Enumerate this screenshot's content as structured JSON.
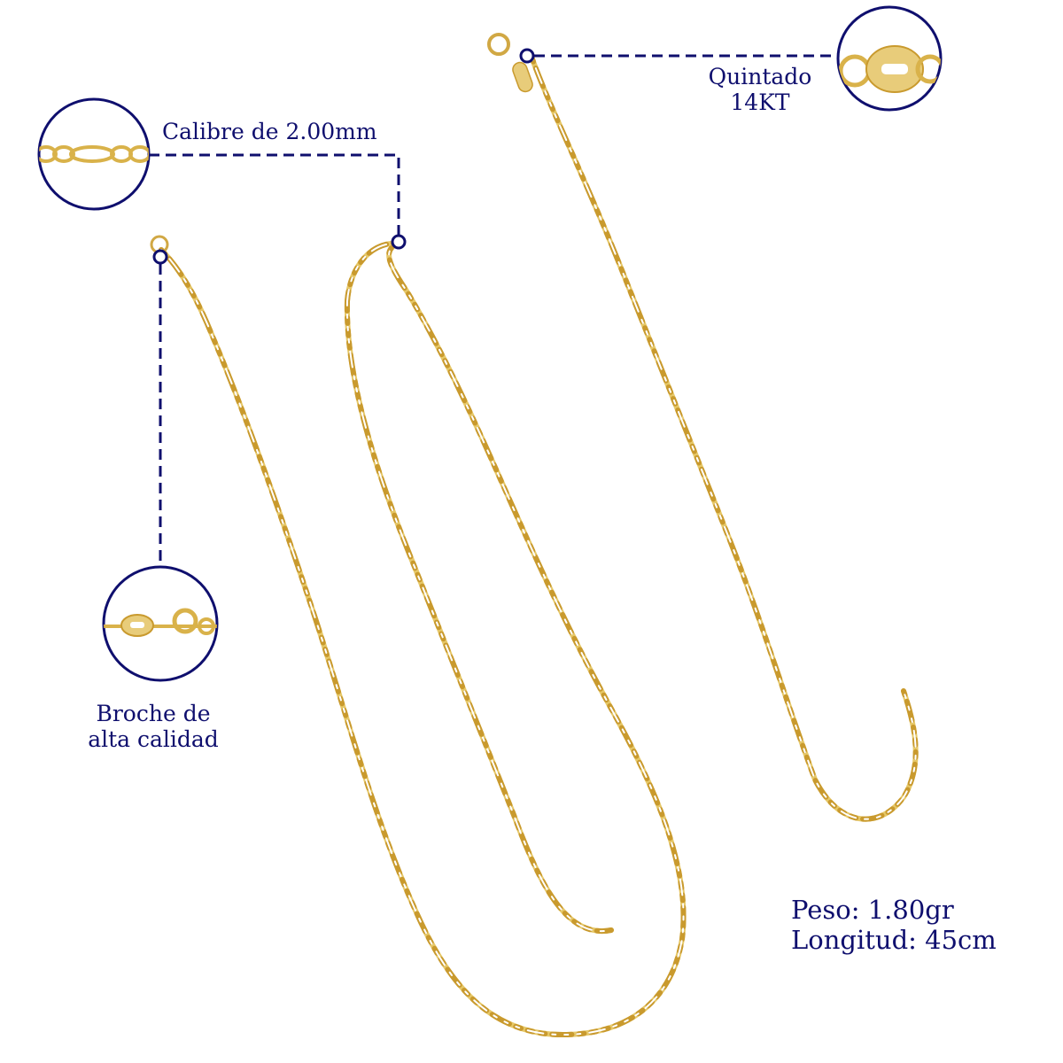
{
  "product": {
    "type": "Figaro gold chain",
    "colors": {
      "accent_navy": "#0f0f6e",
      "gold": "#d9b24a",
      "gold_dark": "#b8902c",
      "background": "#ffffff"
    }
  },
  "callouts": {
    "gauge": {
      "label": "Calibre de 2.00mm",
      "icon": "chain-links-detail-icon"
    },
    "stamp": {
      "line1": "Quintado",
      "line2": "14KT",
      "icon": "stamped-tag-detail-icon"
    },
    "clasp": {
      "line1": "Broche de",
      "line2": "alta calidad",
      "icon": "spring-ring-clasp-detail-icon"
    }
  },
  "specs": {
    "weight": "Peso: 1.80gr",
    "length": "Longitud: 45cm"
  }
}
